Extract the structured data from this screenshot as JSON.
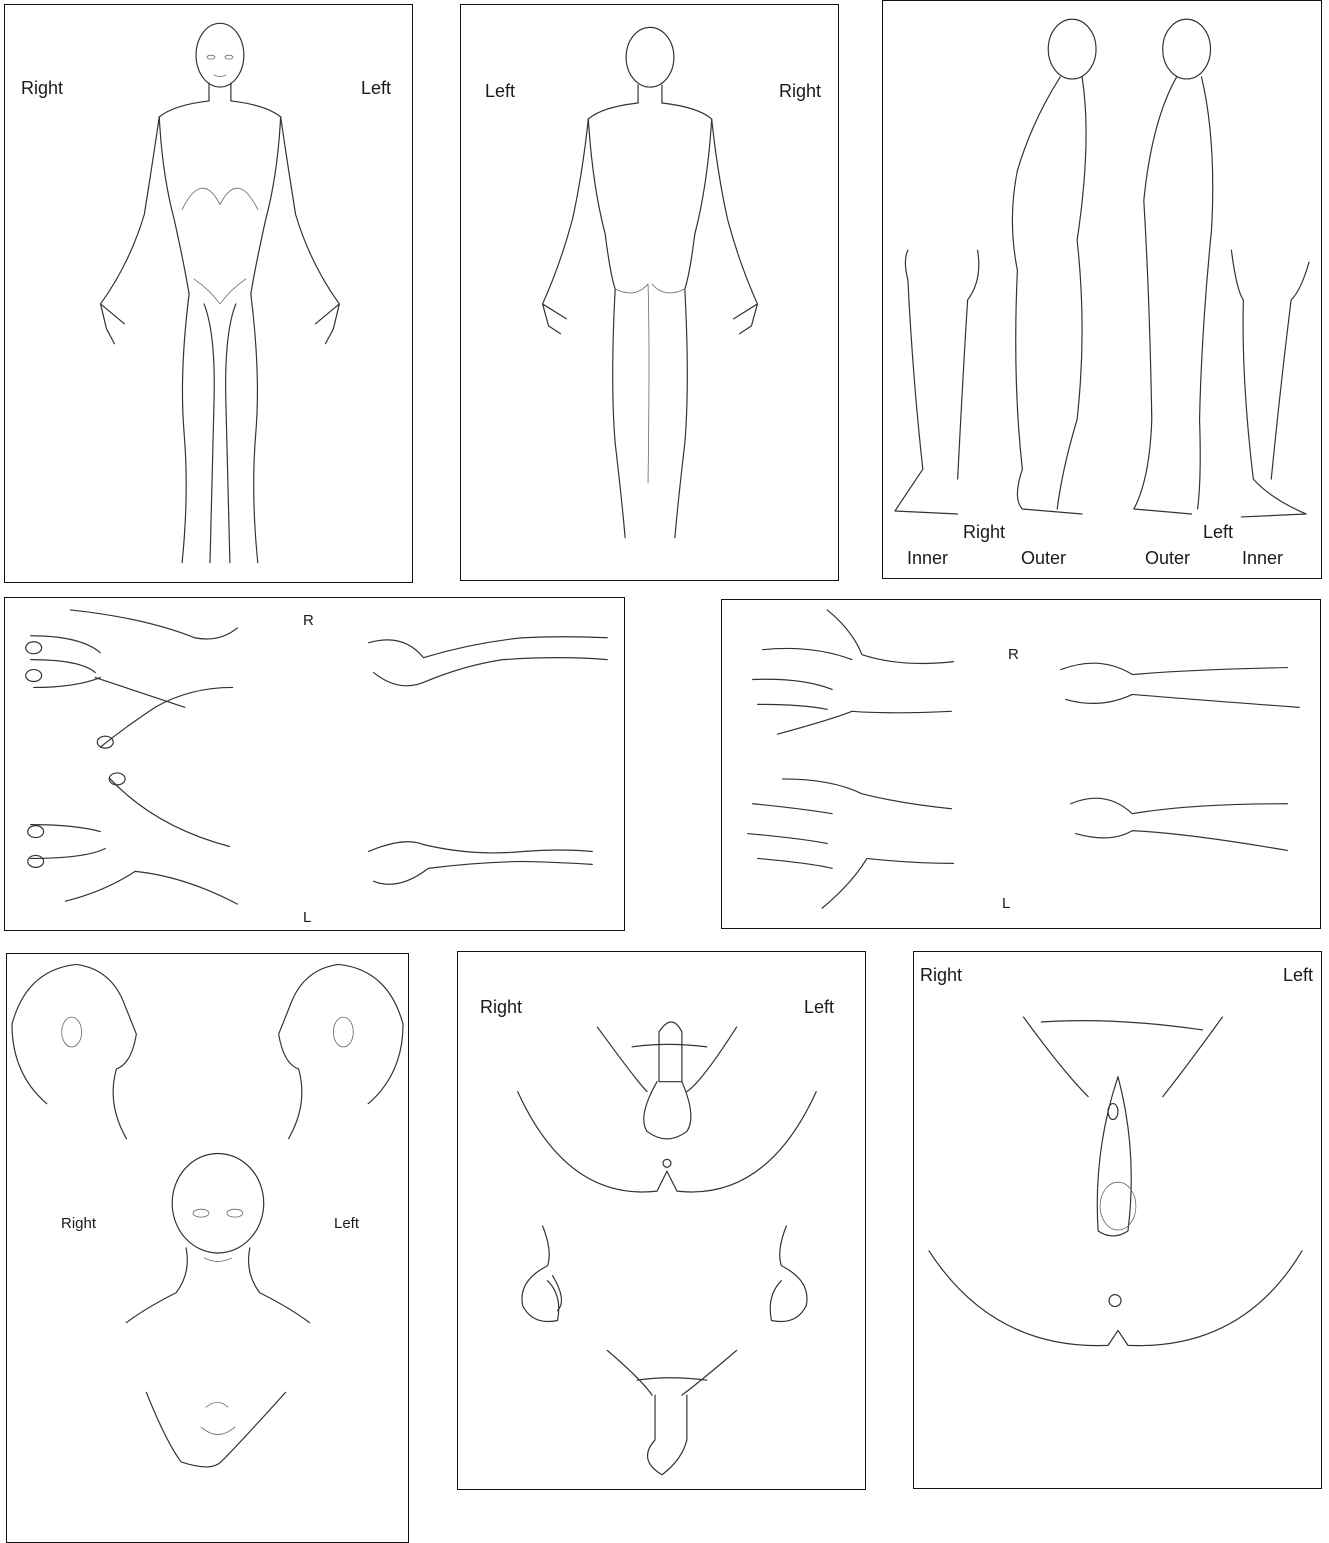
{
  "panels": {
    "body_front": {
      "right": "Right",
      "left": "Left"
    },
    "body_back": {
      "left": "Left",
      "right": "Right"
    },
    "body_side": {
      "right": "Right",
      "left": "Left",
      "right_inner": "Inner",
      "right_outer": "Outer",
      "left_outer": "Outer",
      "left_inner": "Inner"
    },
    "hands_back": {
      "r": "R",
      "l": "L"
    },
    "hands_palm": {
      "r": "R",
      "l": "L"
    },
    "head_neck": {
      "right": "Right",
      "left": "Left"
    },
    "male_genital": {
      "right": "Right",
      "left": "Left"
    },
    "female_genital": {
      "right": "Right",
      "left": "Left"
    }
  }
}
